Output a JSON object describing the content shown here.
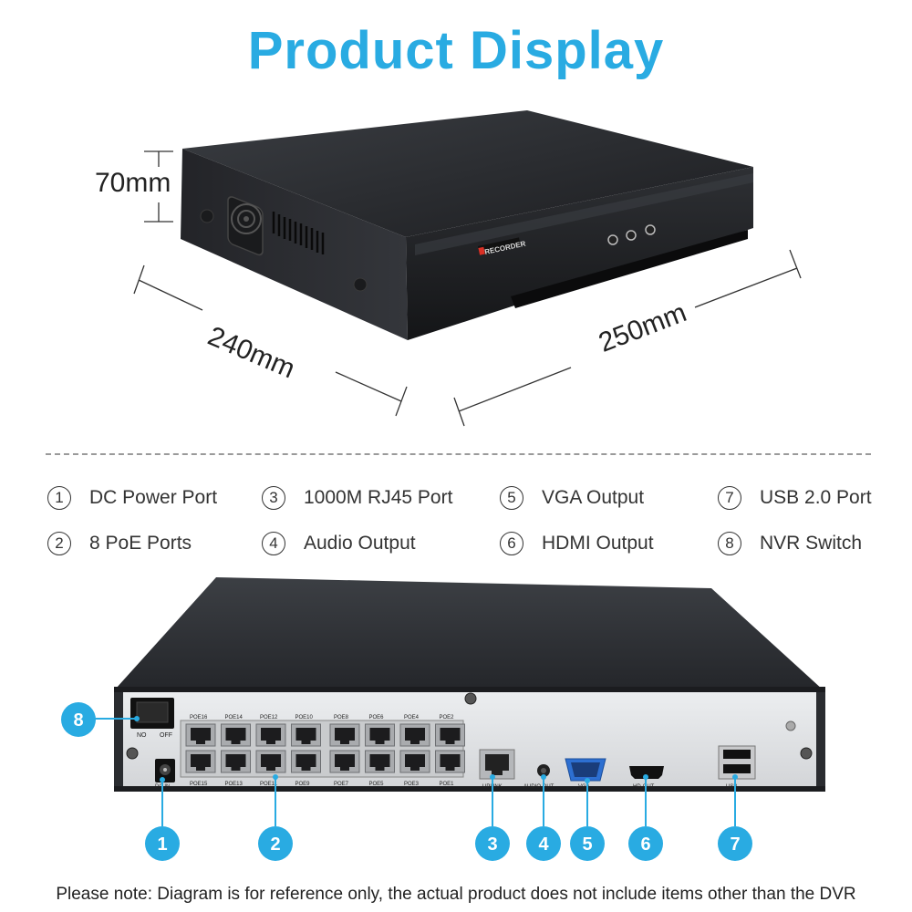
{
  "title": "Product Display",
  "dimensions": {
    "height": "70mm",
    "depth": "240mm",
    "width": "250mm"
  },
  "front_badge": "RECORDER",
  "legend": [
    {
      "num": "①",
      "label": "DC Power Port"
    },
    {
      "num": "③",
      "label": "1000M RJ45 Port"
    },
    {
      "num": "⑤",
      "label": "VGA Output"
    },
    {
      "num": "⑦",
      "label": "USB 2.0 Port"
    },
    {
      "num": "②",
      "label": "8 PoE Ports"
    },
    {
      "num": "④",
      "label": "Audio Output"
    },
    {
      "num": "⑥",
      "label": "HDMI Output"
    },
    {
      "num": "⑧",
      "label": "NVR Switch"
    }
  ],
  "rear_panel": {
    "switch_labels": [
      "NO",
      "OFF"
    ],
    "poe_top": [
      "POE16",
      "POE14",
      "POE12",
      "POE10",
      "POE8",
      "POE6",
      "POE4",
      "POE2"
    ],
    "poe_bottom": [
      "POE15",
      "POE13",
      "POE11",
      "POE9",
      "POE7",
      "POE5",
      "POE3",
      "POE1"
    ],
    "dc_label": "DC IN",
    "uplink_label": "UPLINK",
    "audio_label": "AUDIO OUT",
    "vga_label": "VGA",
    "hdmi_label": "HD-OUT",
    "usb_label": "USB"
  },
  "callouts": [
    "1",
    "2",
    "3",
    "4",
    "5",
    "6",
    "7",
    "8"
  ],
  "colors": {
    "accent": "#29abe2",
    "device": "#2b2d31",
    "panel": "#dfe0e2"
  },
  "note": "Please note: Diagram is for reference only, the actual product does not include items other than the DVR"
}
